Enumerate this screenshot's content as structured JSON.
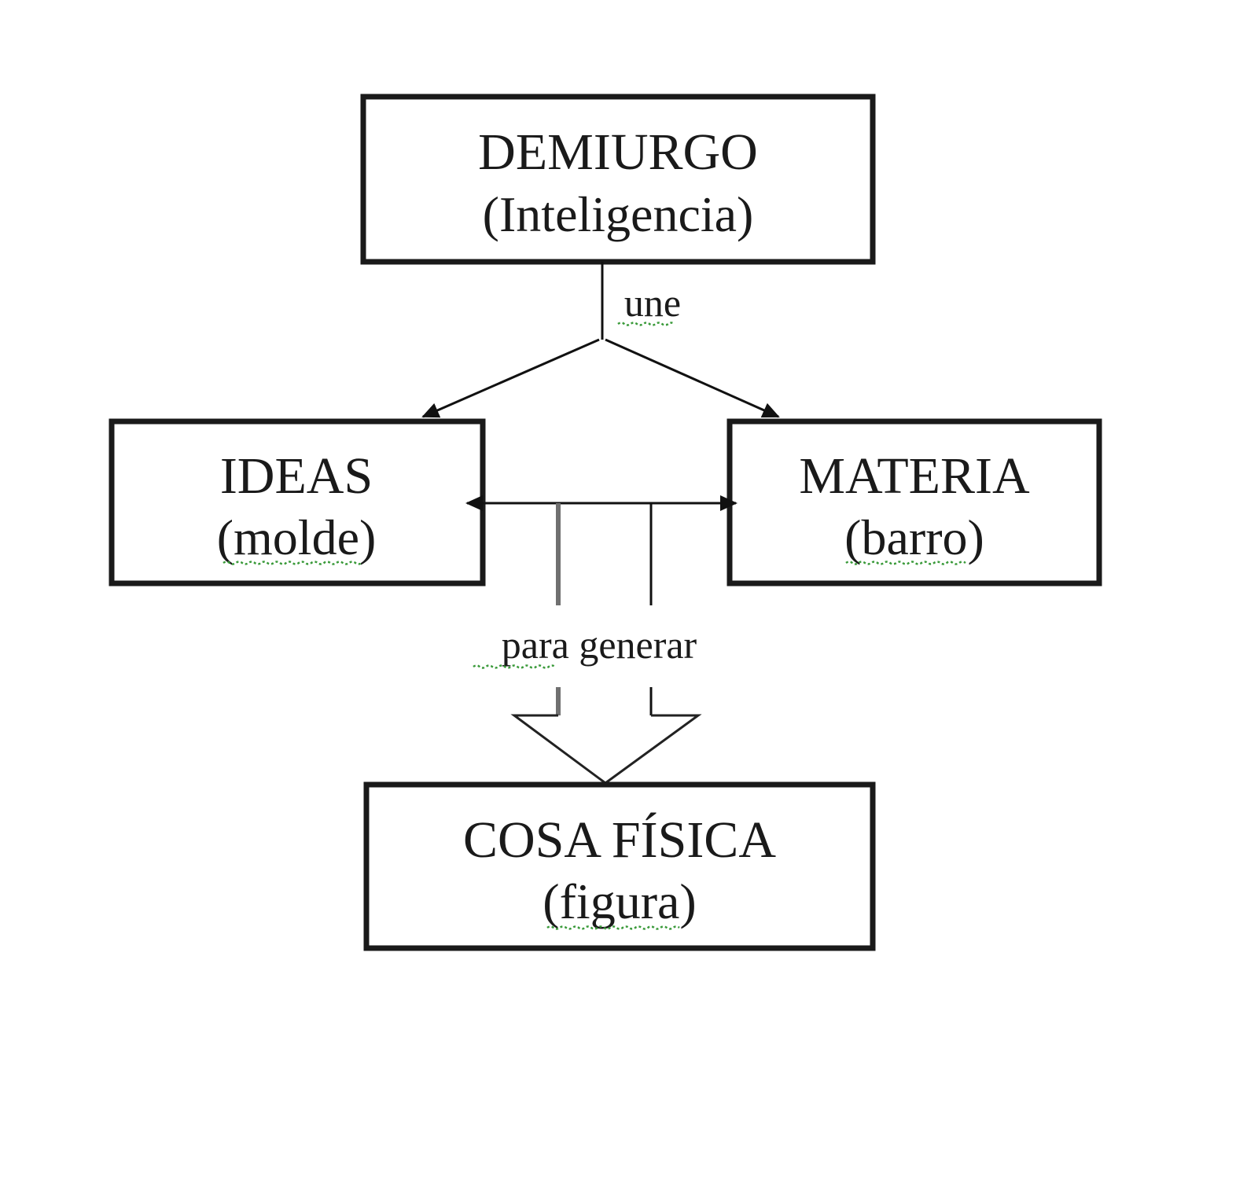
{
  "nodes": {
    "demiurgo": {
      "title": "DEMIURGO",
      "subtitle": "(Inteligencia)"
    },
    "ideas": {
      "title": "IDEAS",
      "subtitle": "(molde)"
    },
    "materia": {
      "title": "MATERIA",
      "subtitle": "(barro)"
    },
    "cosa": {
      "title": "COSA FÍSICA",
      "subtitle": "(figura)"
    }
  },
  "edges": {
    "une": "une",
    "para_generar": "para generar"
  }
}
